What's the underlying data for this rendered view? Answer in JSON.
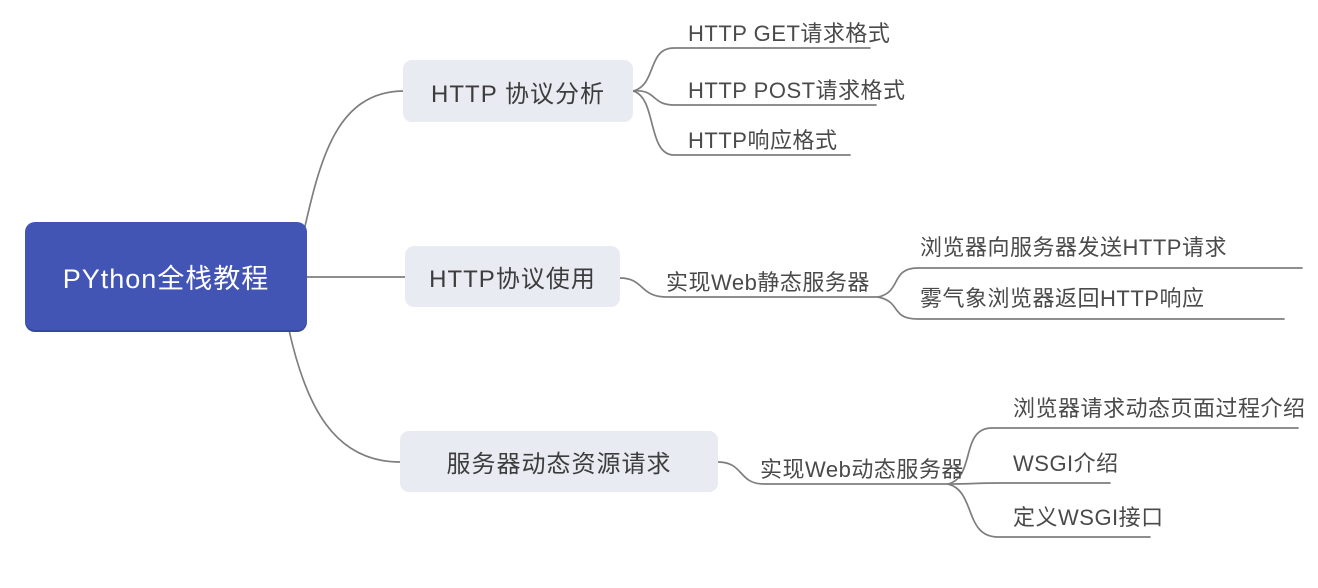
{
  "mindmap": {
    "root": {
      "label": "PYthon全栈教程"
    },
    "branches": [
      {
        "label": "HTTP 协议分析",
        "children": [
          {
            "label": "HTTP GET请求格式"
          },
          {
            "label": "HTTP POST请求格式"
          },
          {
            "label": "HTTP响应格式"
          }
        ]
      },
      {
        "label": "HTTP协议使用",
        "children": [
          {
            "label": "实现Web静态服务器",
            "children": [
              {
                "label": "浏览器向服务器发送HTTP请求"
              },
              {
                "label": "雾气象浏览器返回HTTP响应"
              }
            ]
          }
        ]
      },
      {
        "label": "服务器动态资源请求",
        "children": [
          {
            "label": "实现Web动态服务器",
            "children": [
              {
                "label": "浏览器请求动态页面过程介绍"
              },
              {
                "label": "WSGI介绍"
              },
              {
                "label": "定义WSGI接口"
              }
            ]
          }
        ]
      }
    ],
    "colors": {
      "root_bg": "#4355b4",
      "root_text": "#ffffff",
      "branch_bg": "#e9ebf2",
      "branch_text": "#3c3c3c",
      "line": "#7e7e7e"
    }
  }
}
